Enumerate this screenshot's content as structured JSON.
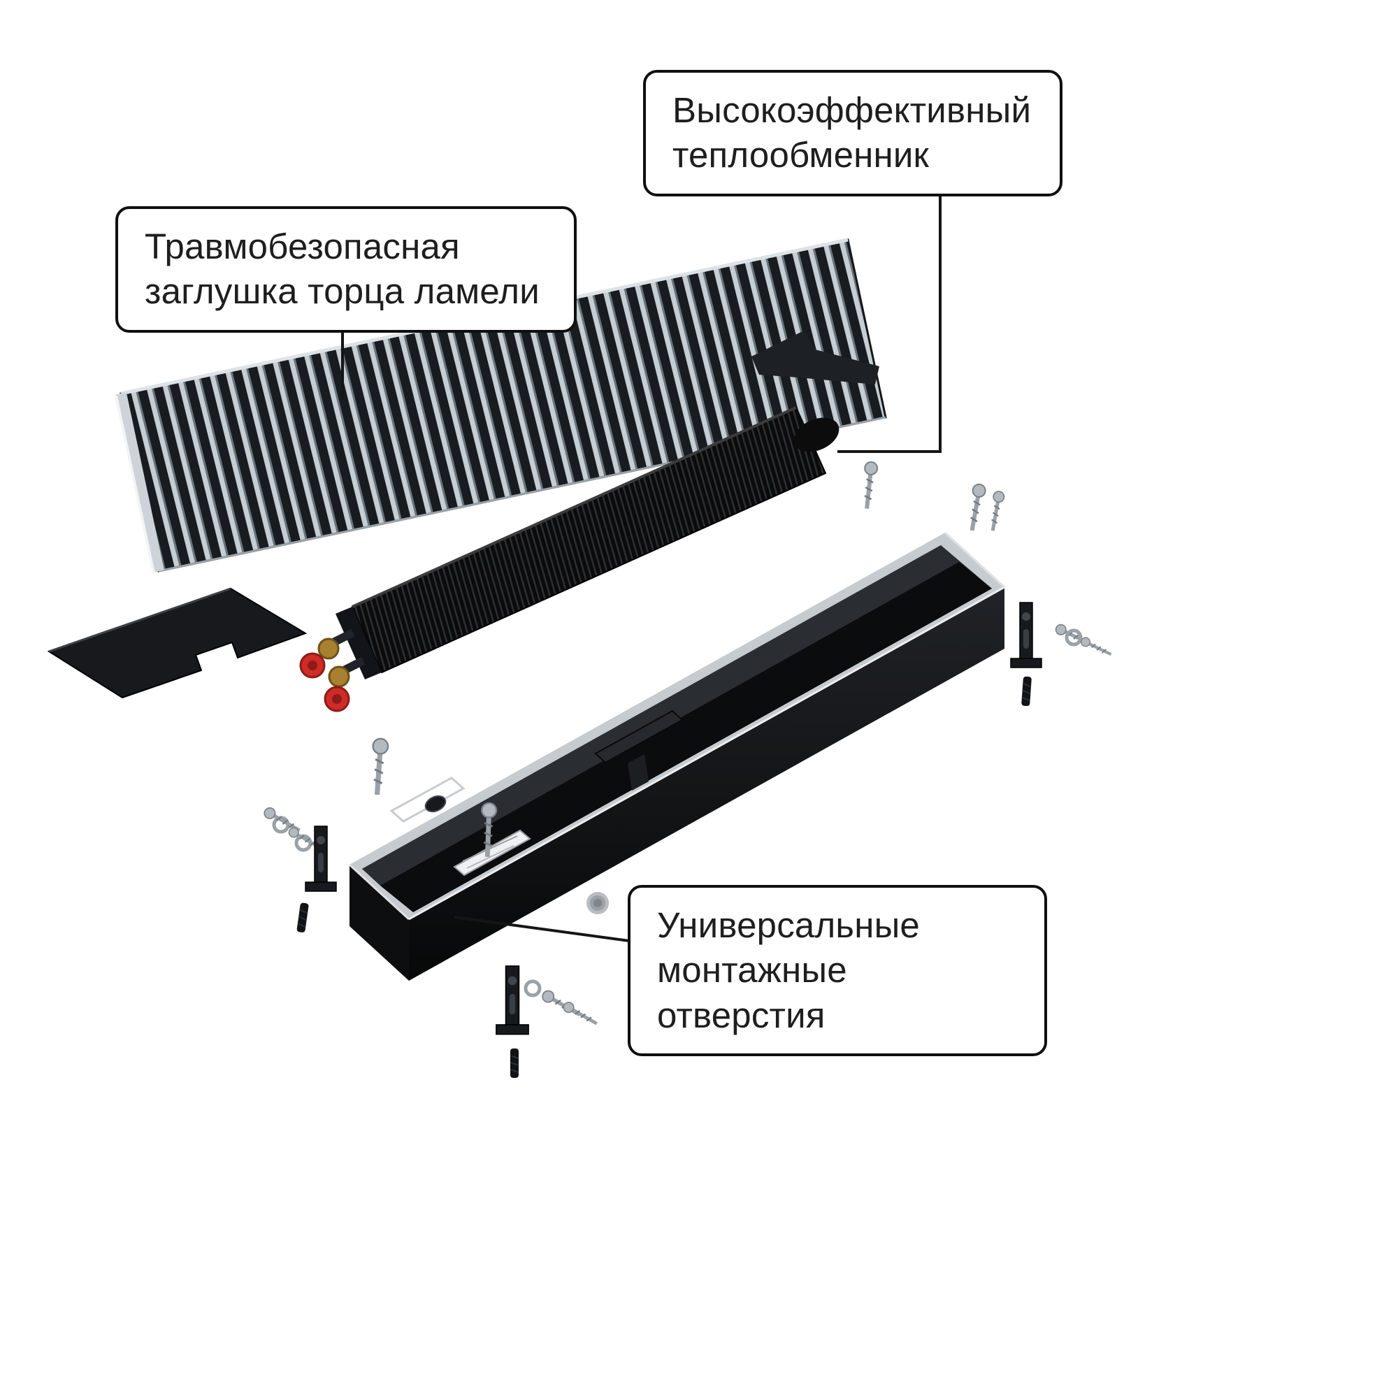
{
  "callouts": {
    "heat_exchanger": "Высокоэффективный теплообменник",
    "lamella_end_cap": "Травмобезопасная заглушка торца ламели",
    "mounting_holes": "Универсальные монтажные отверстия"
  },
  "parts": [
    "roll-grille",
    "grille-end-profile",
    "grille-bracket",
    "lamella-end-cap-plate",
    "heat-exchanger",
    "inlet-valves",
    "valve-red-caps",
    "casing-trench-box",
    "casing-rim",
    "product-label-sticker",
    "drain-plug",
    "mounting-brackets",
    "screws-and-washers",
    "wall-dowels"
  ],
  "colors": {
    "background": "#ffffff",
    "callout_border": "#0f0f0f",
    "leader_line": "#151515",
    "grille_slat_light": "#c6cdd3",
    "metal_dark": "#17191d",
    "rim_silver": "#c6cbd0",
    "valve_brass": "#a8802f",
    "valve_cap_red": "#cf2b27",
    "hardware_gray": "#9aa1a7"
  }
}
